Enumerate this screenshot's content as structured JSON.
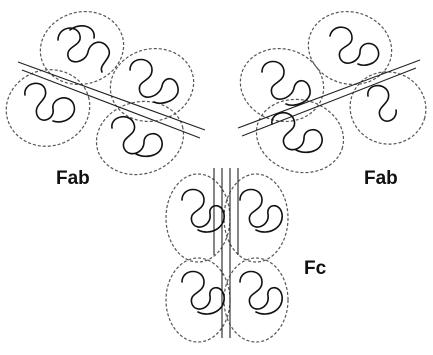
{
  "labels": {
    "fab_left": "Fab",
    "fab_right": "Fab",
    "fc": "Fc"
  }
}
